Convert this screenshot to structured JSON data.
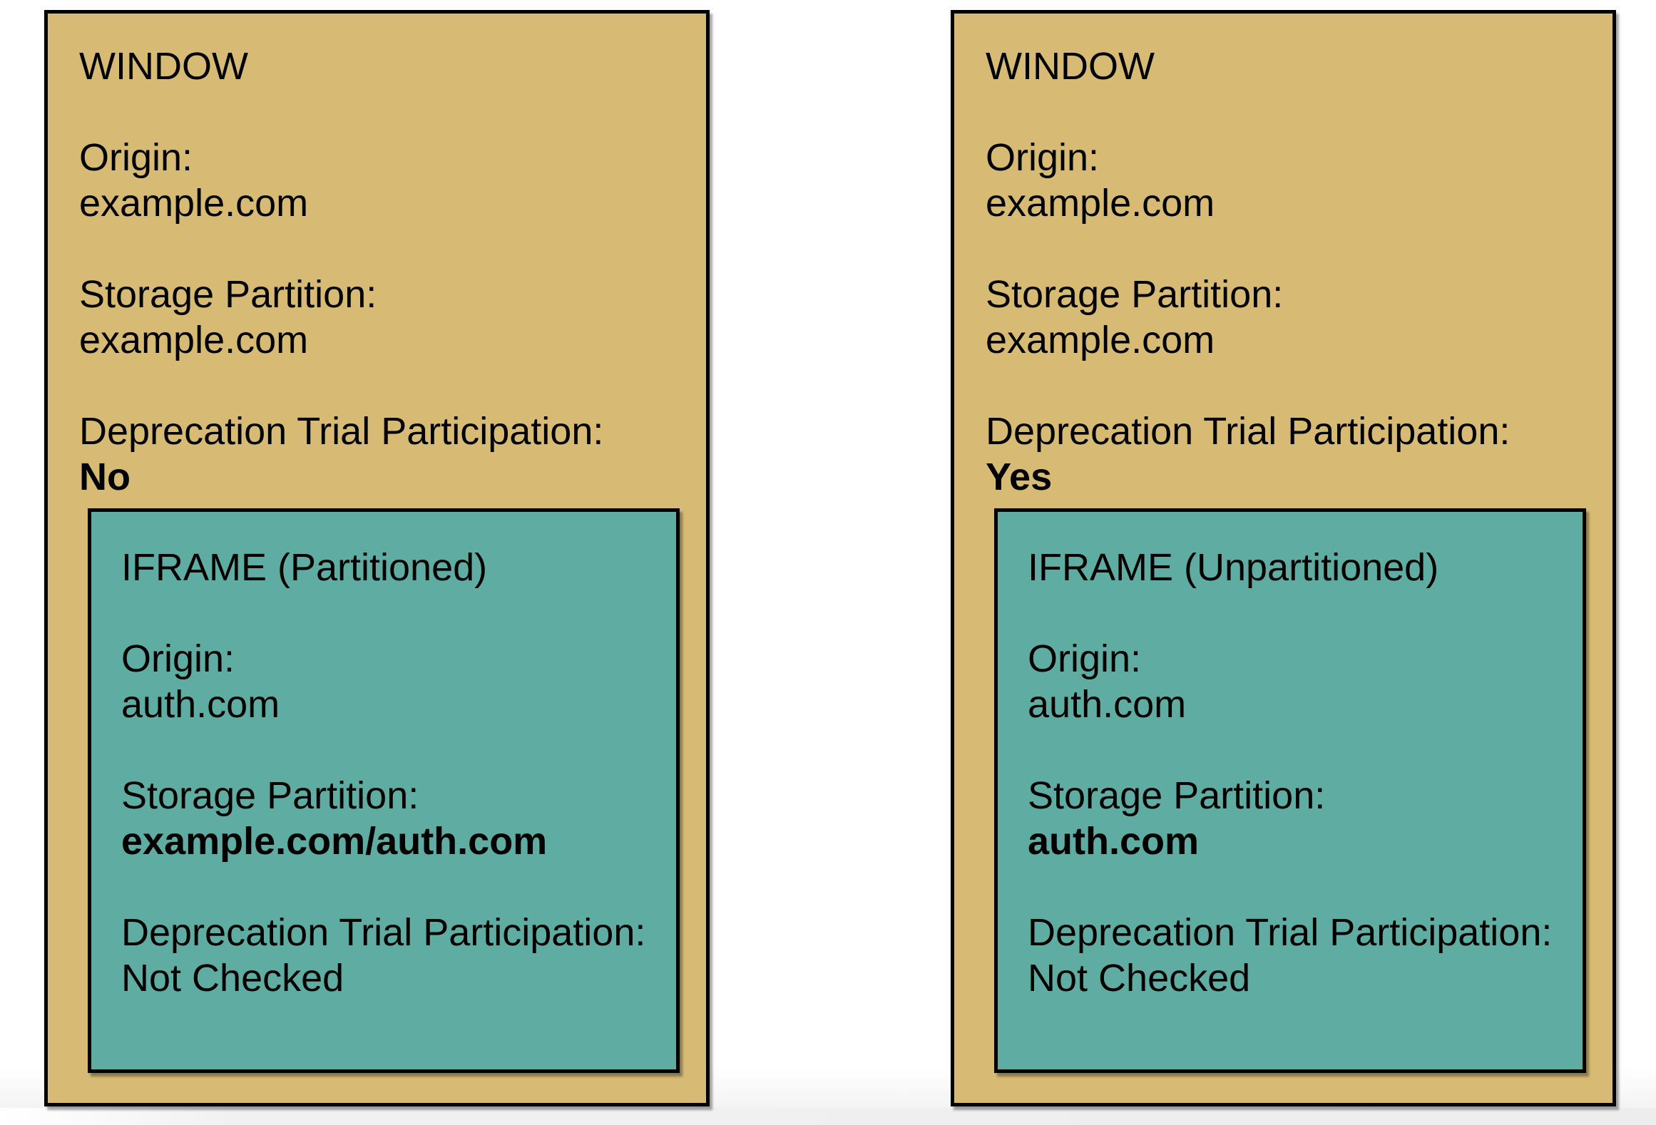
{
  "colors": {
    "window_fill": "#D7BA73",
    "iframe_fill": "#5FACA2",
    "border_color": "#000000",
    "page_bg": "#FFFFFF"
  },
  "panels": [
    {
      "title": "WINDOW",
      "fields": [
        {
          "label": "Origin:",
          "value": "example.com",
          "bold": false
        },
        {
          "label": "Storage Partition:",
          "value": "example.com",
          "bold": false
        },
        {
          "label": "Deprecation Trial Participation:",
          "value": "No",
          "bold": true
        }
      ],
      "iframe": {
        "title": "IFRAME (Partitioned)",
        "fields": [
          {
            "label": "Origin:",
            "value": "auth.com",
            "bold": false
          },
          {
            "label": "Storage Partition:",
            "value": "example.com/auth.com",
            "bold": true
          },
          {
            "label": "Deprecation Trial Participation:",
            "value": "Not Checked",
            "bold": false
          }
        ]
      }
    },
    {
      "title": "WINDOW",
      "fields": [
        {
          "label": "Origin:",
          "value": "example.com",
          "bold": false
        },
        {
          "label": "Storage Partition:",
          "value": "example.com",
          "bold": false
        },
        {
          "label": "Deprecation Trial Participation:",
          "value": "Yes",
          "bold": true
        }
      ],
      "iframe": {
        "title": "IFRAME (Unpartitioned)",
        "fields": [
          {
            "label": "Origin:",
            "value": "auth.com",
            "bold": false
          },
          {
            "label": "Storage Partition:",
            "value": "auth.com",
            "bold": true
          },
          {
            "label": "Deprecation Trial Participation:",
            "value": "Not Checked",
            "bold": false
          }
        ]
      }
    }
  ]
}
